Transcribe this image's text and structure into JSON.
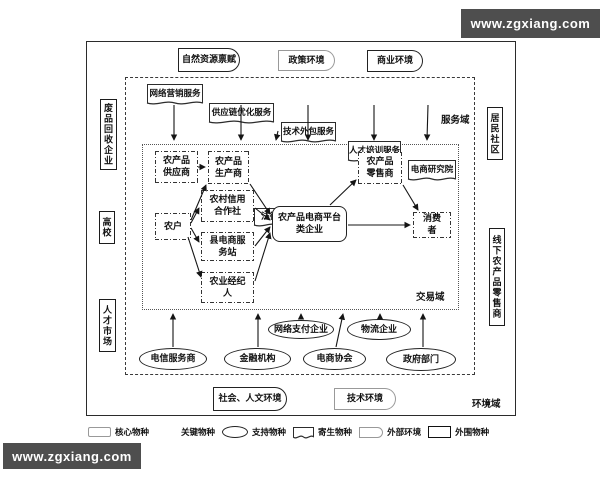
{
  "watermark": "www.zgxiang.com",
  "domains": {
    "service": "服务域",
    "transaction": "交易域",
    "environment": "环境域"
  },
  "nodes": {
    "env_natural": "自然资源禀赋",
    "env_policy": "政策环境",
    "env_business": "商业环境",
    "env_social": "社会、人文环境",
    "env_tech": "技术环境",
    "svc_marketing": "网络营销服务",
    "svc_supplychain": "供应链优化服务",
    "svc_outsourcing": "技术外包服务",
    "svc_training": "人才培训服务",
    "svc_research": "电商研究院",
    "svc_legal": "法律服务",
    "key_supplier": "农产品供应商",
    "key_producer": "农产品生产商",
    "key_coop": "农村信用合作社",
    "key_farmer": "农户",
    "key_station": "县电商服务站",
    "key_broker": "农业经纪人",
    "key_retailer": "农产品零售商",
    "key_consumer": "消费者",
    "core_platform": "农产品电商平台类企业",
    "sup_telecom": "电信服务商",
    "sup_finance": "金融机构",
    "sup_payment": "网络支付企业",
    "sup_assoc": "电商协会",
    "sup_logistics": "物流企业",
    "sup_gov": "政府部门",
    "peri_recycle": "废品回收企业",
    "peri_university": "高校",
    "peri_talent": "人才市场",
    "peri_community": "居民社区",
    "peri_offline": "线下农产品零售商"
  },
  "legend": {
    "core": "核心物种",
    "key": "关键物种",
    "support": "支持物种",
    "parasite": "寄生物种",
    "external": "外部环境",
    "peripheral": "外围物种"
  }
}
